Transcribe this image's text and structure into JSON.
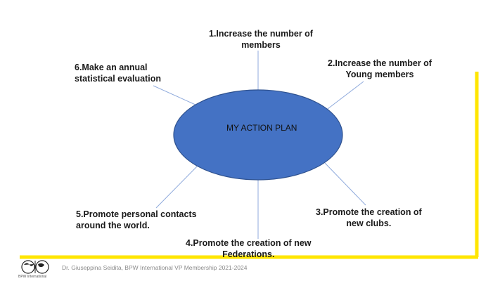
{
  "diagram": {
    "center": "MY ACTION PLAN",
    "items": [
      "1.Increase the number of\nmembers",
      "2.Increase the number of\nYoung members",
      "3.Promote the creation of\nnew clubs.",
      "4.Promote the creation of new\nFederations.",
      "5.Promote personal contacts\naround the world.",
      "6.Make an annual\nstatistical evaluation"
    ]
  },
  "footer": {
    "text": "Dr. Giuseppina Seidita, BPW International VP Membership 2021-2024",
    "logo_text": "BPW International"
  },
  "colors": {
    "ellipse_fill": "#4472c4",
    "ellipse_stroke": "#2f528f",
    "spoke": "#8faadc",
    "accent_yellow": "#ffe600"
  }
}
